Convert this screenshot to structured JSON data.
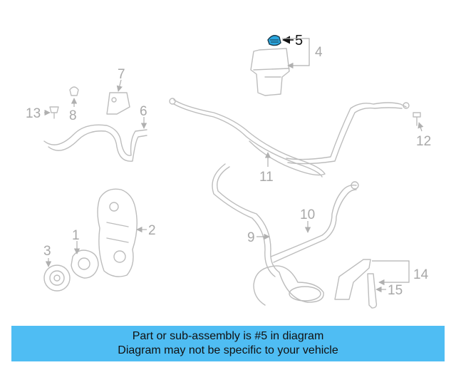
{
  "diagram": {
    "highlight_color": "#2aa7e0",
    "callouts": {
      "c1": "1",
      "c2": "2",
      "c3": "3",
      "c4": "4",
      "c5": "5",
      "c6": "6",
      "c7": "7",
      "c8": "8",
      "c9": "9",
      "c10": "10",
      "c11": "11",
      "c12": "12",
      "c13": "13",
      "c14": "14",
      "c15": "15"
    },
    "highlighted_part": "5"
  },
  "banner": {
    "color": "#4fbdf3",
    "line1": "Part or sub-assembly is #5 in diagram",
    "line2": "Diagram may not be specific to your vehicle"
  }
}
